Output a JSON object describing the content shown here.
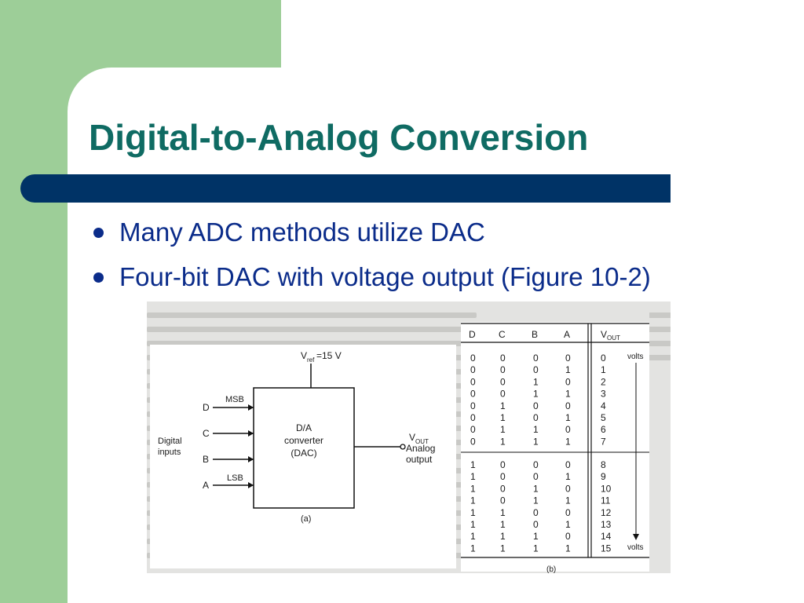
{
  "slide": {
    "title": "Digital-to-Analog Conversion",
    "bullets": [
      "Many ADC methods utilize DAC",
      "Four-bit DAC with voltage output (Figure 10-2)"
    ]
  },
  "figure": {
    "diagram": {
      "vref_label": "V",
      "vref_sub": "ref",
      "vref_value": "=15 V",
      "msb_label": "MSB",
      "lsb_label": "LSB",
      "inputs": [
        "D",
        "C",
        "B",
        "A"
      ],
      "digital_inputs_line1": "Digital",
      "digital_inputs_line2": "inputs",
      "box_line1": "D/A",
      "box_line2": "converter",
      "box_line3": "(DAC)",
      "vout_label": "V",
      "vout_sub": "OUT",
      "analog_line1": "Analog",
      "analog_line2": "output",
      "caption": "(a)"
    },
    "table": {
      "headers": [
        "D",
        "C",
        "B",
        "A"
      ],
      "vout_header": "V",
      "vout_header_sub": "OUT",
      "rows": [
        [
          "0",
          "0",
          "0",
          "0",
          "0"
        ],
        [
          "0",
          "0",
          "0",
          "1",
          "1"
        ],
        [
          "0",
          "0",
          "1",
          "0",
          "2"
        ],
        [
          "0",
          "0",
          "1",
          "1",
          "3"
        ],
        [
          "0",
          "1",
          "0",
          "0",
          "4"
        ],
        [
          "0",
          "1",
          "0",
          "1",
          "5"
        ],
        [
          "0",
          "1",
          "1",
          "0",
          "6"
        ],
        [
          "0",
          "1",
          "1",
          "1",
          "7"
        ],
        [
          "1",
          "0",
          "0",
          "0",
          "8"
        ],
        [
          "1",
          "0",
          "0",
          "1",
          "9"
        ],
        [
          "1",
          "0",
          "1",
          "0",
          "10"
        ],
        [
          "1",
          "0",
          "1",
          "1",
          "11"
        ],
        [
          "1",
          "1",
          "0",
          "0",
          "12"
        ],
        [
          "1",
          "1",
          "0",
          "1",
          "13"
        ],
        [
          "1",
          "1",
          "1",
          "0",
          "14"
        ],
        [
          "1",
          "1",
          "1",
          "1",
          "15"
        ]
      ],
      "volts_top": "volts",
      "volts_bottom": "volts",
      "caption": "(b)"
    }
  },
  "colors": {
    "title": "#0f6b63",
    "bullet_text": "#0b2c8a",
    "rule_bar": "#003366",
    "green": "#9dce98"
  }
}
